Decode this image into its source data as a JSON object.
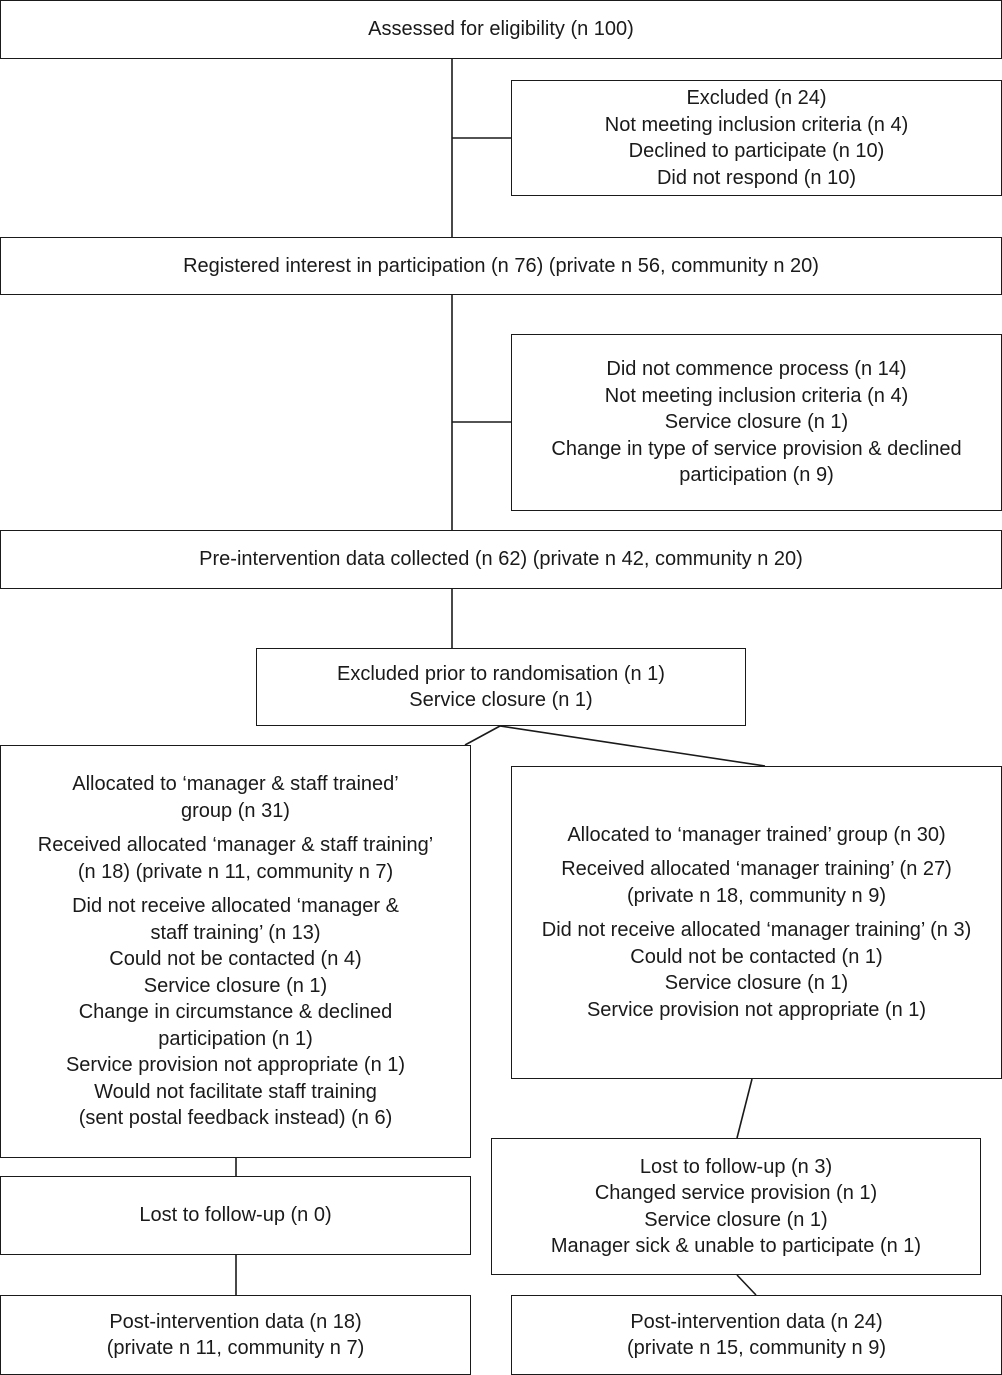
{
  "flow": {
    "b1": {
      "l1": "Assessed for eligibility (n 100)"
    },
    "b2": {
      "l1": "Excluded (n 24)",
      "l2": "Not meeting inclusion criteria (n 4)",
      "l3": "Declined to participate (n 10)",
      "l4": "Did not respond (n 10)"
    },
    "b3": {
      "l1": "Registered interest in participation (n 76) (private n 56, community n 20)"
    },
    "b4": {
      "l1": "Did not commence process (n 14)",
      "l2": "Not meeting inclusion criteria (n 4)",
      "l3": "Service closure (n 1)",
      "l4": "Change in type of service provision & declined",
      "l5": "participation (n 9)"
    },
    "b5": {
      "l1": "Pre-intervention data collected (n 62) (private n 42, community n 20)"
    },
    "b6": {
      "l1": "Excluded prior to randomisation (n 1)",
      "l2": "Service closure (n 1)"
    },
    "b7": {
      "l1": "Allocated to ‘manager & staff trained’",
      "l2": "group (n 31)",
      "l3": "Received allocated ‘manager & staff training’",
      "l4": "(n 18) (private n 11, community n 7)",
      "l5": "Did not receive allocated ‘manager &",
      "l6": "staff training’ (n 13)",
      "l7": "Could not be contacted (n 4)",
      "l8": "Service closure (n 1)",
      "l9": "Change in circumstance & declined",
      "l10": "participation (n 1)",
      "l11": "Service provision not appropriate (n 1)",
      "l12": "Would not facilitate staff training",
      "l13": "(sent postal feedback instead) (n 6)"
    },
    "b8": {
      "l1": "Allocated to ‘manager trained’ group (n 30)",
      "l2": "Received allocated ‘manager training’ (n 27)",
      "l3": "(private n 18, community n 9)",
      "l4": "Did not receive allocated ‘manager training’ (n 3)",
      "l5": "Could not be contacted (n 1)",
      "l6": "Service closure (n 1)",
      "l7": "Service provision not appropriate (n 1)"
    },
    "b9": {
      "l1": "Lost to follow-up (n 0)"
    },
    "b10": {
      "l1": "Lost to follow-up (n 3)",
      "l2": "Changed service provision (n 1)",
      "l3": "Service closure (n 1)",
      "l4": "Manager sick & unable to participate (n 1)"
    },
    "b11": {
      "l1": "Post-intervention data (n 18)",
      "l2": "(private n 11, community n 7)"
    },
    "b12": {
      "l1": "Post-intervention data (n 24)",
      "l2": "(private n 15, community n 9)"
    }
  }
}
